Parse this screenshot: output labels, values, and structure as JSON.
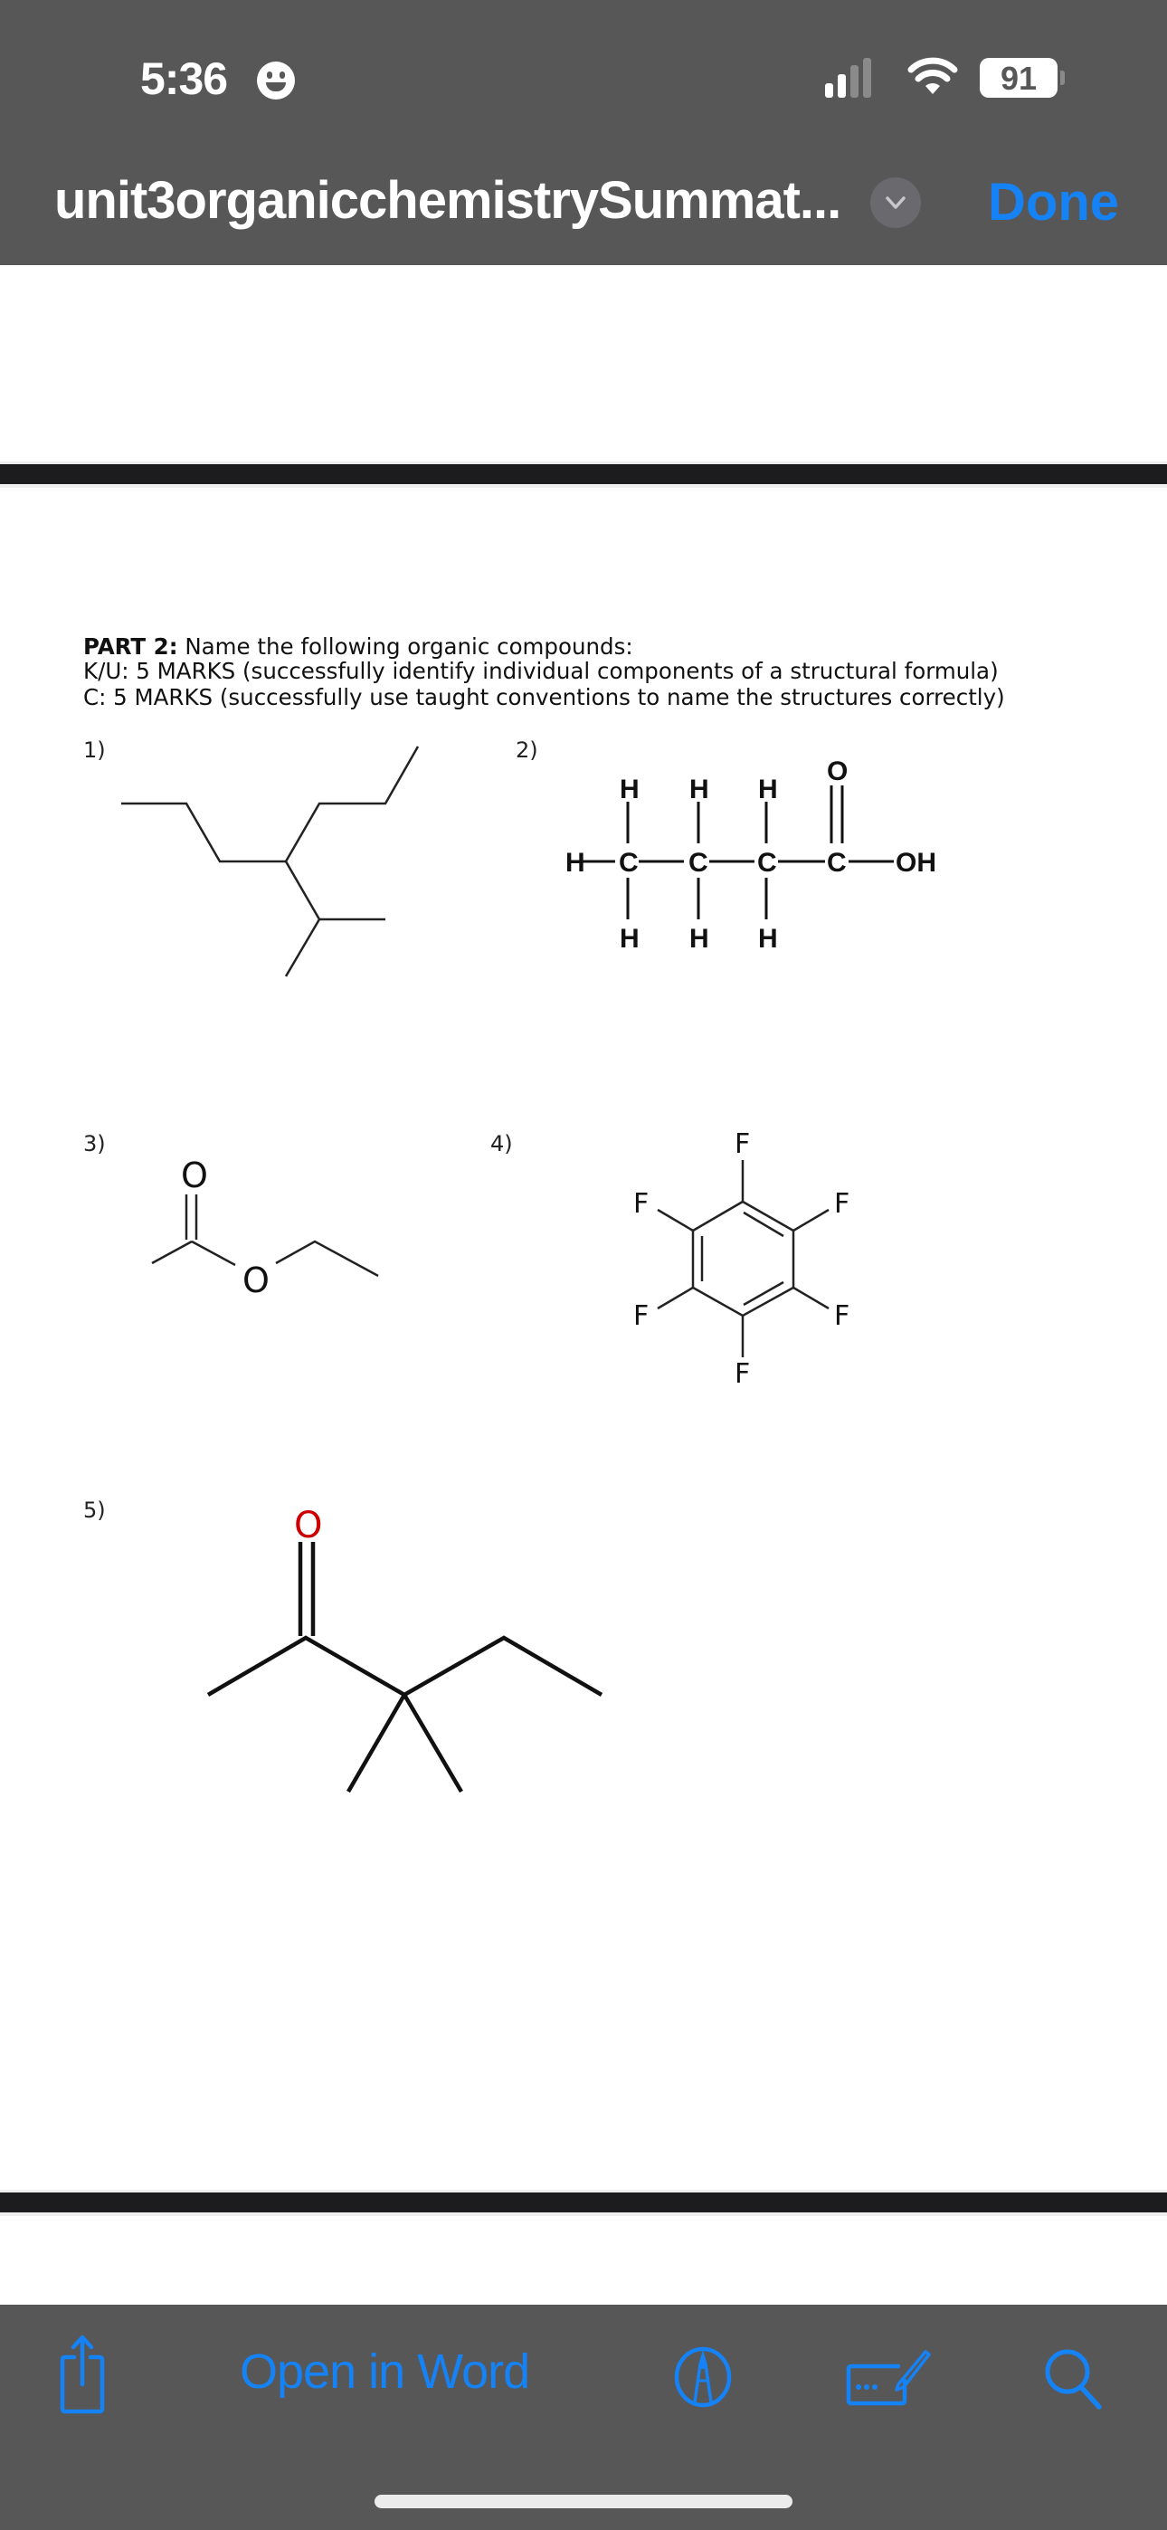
{
  "status_bar": {
    "time": "5:36",
    "battery_level": "91",
    "focus_icon": "smiley-face-icon",
    "signal_icon": "cellular-signal-icon",
    "wifi_icon": "wifi-icon"
  },
  "nav_bar": {
    "document_title": "unit3organicchemistrySummat...",
    "title_menu_icon": "chevron-down-icon",
    "done_label": "Done",
    "accent_color": "#1582f5"
  },
  "document": {
    "part_heading_bold": "PART 2:",
    "part_heading_text": " Name the following organic compounds:",
    "marks_ku": "K/U: 5 MARKS (successfully identify individual components of a structural formula)",
    "marks_c": "C: 5 MARKS (successfully use taught conventions to name the structures correctly)",
    "questions": [
      {
        "number": "1)",
        "structure": "skeletal branched alkane (4-ethyl-... chain with isopropyl branch)"
      },
      {
        "number": "2)",
        "structure": "expanded structural formula: H-C-C-C-C(=O)-OH",
        "labels": {
          "h": "H",
          "c": "C",
          "o": "O",
          "oh": "OH"
        }
      },
      {
        "number": "3)",
        "structure": "skeletal ester",
        "labels": {
          "o": "O"
        }
      },
      {
        "number": "4)",
        "structure": "hexafluorobenzene ring",
        "labels": {
          "f": "F"
        }
      },
      {
        "number": "5)",
        "structure": "skeletal ketone with quaternary carbon",
        "labels": {
          "o": "O"
        },
        "oxygen_color": "#cc0000"
      }
    ]
  },
  "toolbar": {
    "share_icon": "share-icon",
    "open_in_word_label": "Open in Word",
    "markup_icon": "markup-pen-icon",
    "signature_icon": "signature-icon",
    "search_icon": "search-icon"
  }
}
